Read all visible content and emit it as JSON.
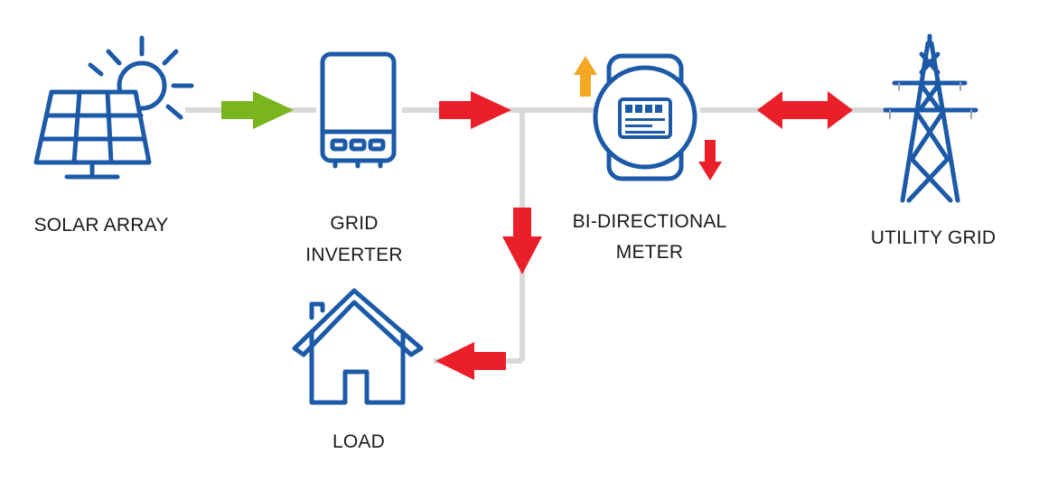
{
  "labels": {
    "solar_array": "SOLAR ARRAY",
    "grid_inverter_line1": "GRID",
    "grid_inverter_line2": "INVERTER",
    "meter_line1": "BI-DIRECTIONAL",
    "meter_line2": "METER",
    "utility_grid": "UTILITY GRID",
    "load": "LOAD"
  },
  "icons": {
    "solar": "solar-panel-with-sun-icon",
    "inverter": "grid-inverter-icon",
    "meter": "electric-meter-icon",
    "tower": "transmission-tower-icon",
    "house": "house-icon"
  },
  "colors": {
    "icon_blue": "#1c5aa8",
    "line_gray": "#d9d9d9",
    "arrow_red": "#ea1f2a",
    "arrow_green": "#7ab51d",
    "arrow_orange": "#f5a623"
  }
}
